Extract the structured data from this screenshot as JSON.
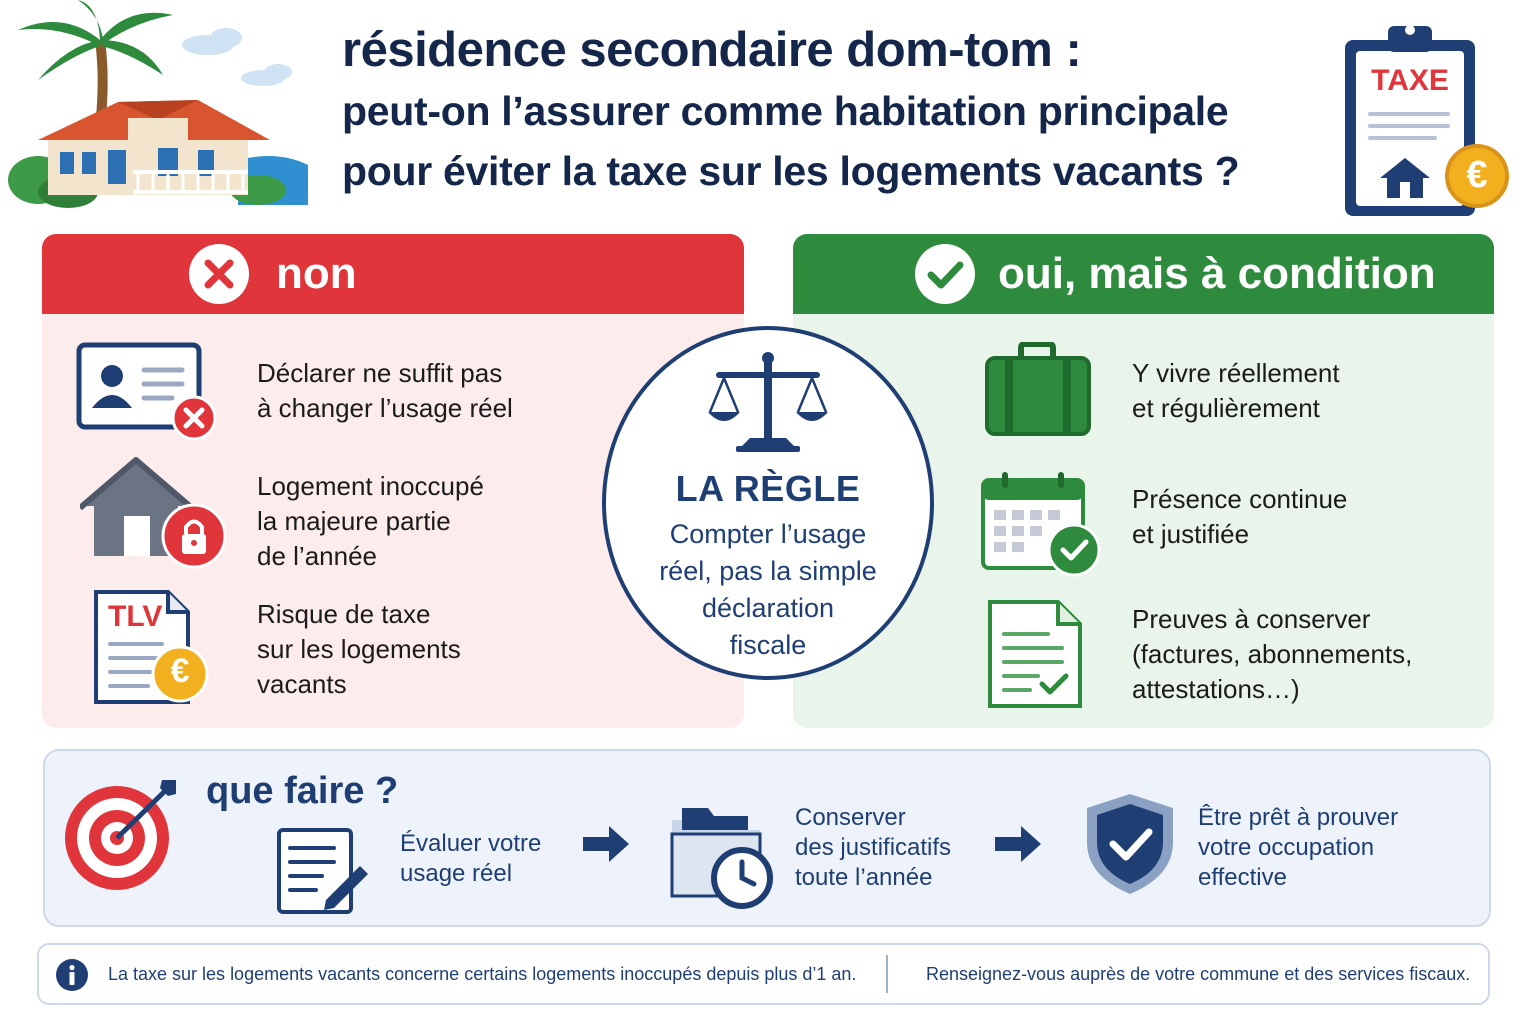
{
  "header": {
    "title_line1": "résidence secondaire dom-tom :",
    "title_line2": "peut-on l’assurer comme habitation principale",
    "title_line3": "pour éviter la taxe sur les logements vacants ?",
    "clipboard_label": "TAXE"
  },
  "no_panel": {
    "label": "non",
    "items": [
      {
        "text_1": "Déclarer ne suffit pas",
        "text_2": "à changer l’usage réel",
        "icon": "id-card-x-icon"
      },
      {
        "text_1": "Logement inoccupé",
        "text_2": "la majeure partie",
        "text_3": "de l’année",
        "icon": "house-lock-icon"
      },
      {
        "text_1": "Risque de taxe",
        "text_2": "sur les logements",
        "text_3": "vacants",
        "icon": "tlv-document-icon",
        "doc_label": "TLV"
      }
    ]
  },
  "yes_panel": {
    "label": "oui, mais à condition",
    "items": [
      {
        "text_1": "Y vivre réellement",
        "text_2": "et régulièrement",
        "icon": "suitcase-icon"
      },
      {
        "text_1": "Présence continue",
        "text_2": "et justifiée",
        "icon": "calendar-check-icon"
      },
      {
        "text_1": "Preuves à conserver",
        "text_2": "(factures, abonnements,",
        "text_3": "attestations…)",
        "icon": "document-check-icon"
      }
    ]
  },
  "rule": {
    "title": "LA RÈGLE",
    "line_1": "Compter l’usage",
    "line_2": "réel, pas la simple",
    "line_3": "déclaration",
    "line_4": "fiscale"
  },
  "todo": {
    "title": "que faire ?",
    "steps": [
      {
        "line_1": "Évaluer votre",
        "line_2": "usage réel",
        "icon": "form-pen-icon"
      },
      {
        "line_1": "Conserver",
        "line_2": "des justificatifs",
        "line_3": "toute l’année",
        "icon": "folder-clock-icon"
      },
      {
        "line_1": "Être prêt à prouver",
        "line_2": "votre occupation",
        "line_3": "effective",
        "icon": "shield-check-icon"
      }
    ]
  },
  "info": {
    "left": "La taxe sur les logements vacants concerne certains logements inoccupés depuis plus d’1 an.",
    "right": "Renseignez-vous auprès de votre commune et des services fiscaux."
  },
  "colors": {
    "navy": "#14264a",
    "red": "#e0353a",
    "green": "#2e8b3d",
    "blue": "#1f3e73",
    "gold": "#f2b01e"
  }
}
